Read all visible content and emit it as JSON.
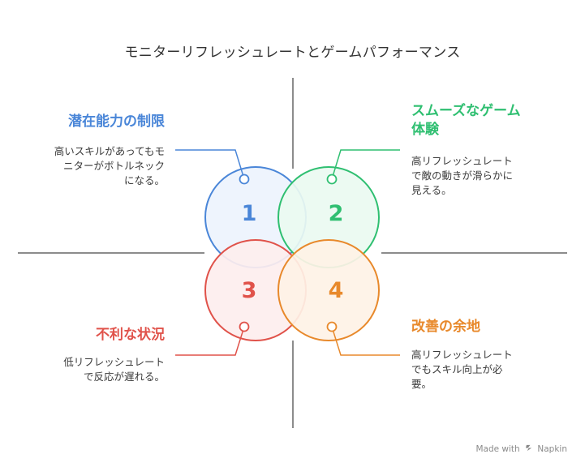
{
  "title": "モニターリフレッシュレートとゲームパフォーマンス",
  "quadrants": [
    {
      "number": "1",
      "title": "潜在能力の制限",
      "desc_lines": [
        "高いスキルがあってもモ",
        "ニターがボトルネック",
        "になる。"
      ],
      "color": "#4a86d8",
      "fill": "#edf3fd"
    },
    {
      "number": "2",
      "title_lines": [
        "スムーズなゲーム",
        "体験"
      ],
      "desc_lines": [
        "高リフレッシュレート",
        "で敵の動きが滑らかに",
        "見える。"
      ],
      "color": "#2fbf71",
      "fill": "#eafaf1"
    },
    {
      "number": "3",
      "title": "不利な状況",
      "desc_lines": [
        "低リフレッシュレート",
        "で反応が遅れる。"
      ],
      "color": "#e0524a",
      "fill": "#fdeeee"
    },
    {
      "number": "4",
      "title": "改善の余地",
      "desc_lines": [
        "高リフレッシュレート",
        "でもスキル向上が必",
        "要。"
      ],
      "color": "#e8892b",
      "fill": "#fef2e6"
    }
  ],
  "footer": {
    "made_with": "Made with",
    "brand": "Napkin",
    "logo_icon": "napkin-logo-icon"
  }
}
